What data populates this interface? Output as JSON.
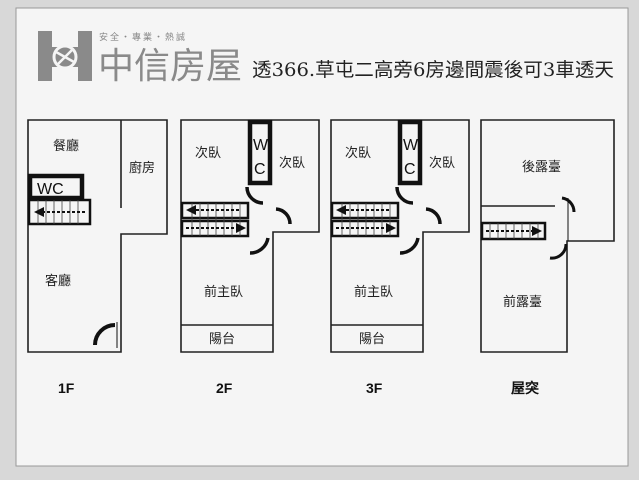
{
  "header": {
    "brand_name": "中信房屋",
    "slogan": "安全・專業・熱誠",
    "listing_title": "透366.草屯二高旁6房邊間震後可3車透天"
  },
  "floors": [
    {
      "label": "1F",
      "rooms": [
        "餐廳",
        "廚房",
        "客廳"
      ],
      "wc": "WC"
    },
    {
      "label": "2F",
      "rooms": [
        "次臥",
        "次臥",
        "前主臥",
        "陽台"
      ],
      "wc": [
        "W",
        "C"
      ]
    },
    {
      "label": "3F",
      "rooms": [
        "次臥",
        "次臥",
        "前主臥",
        "陽台"
      ],
      "wc": [
        "W",
        "C"
      ]
    },
    {
      "label": "屋突",
      "rooms": [
        "後露臺",
        "前露臺"
      ]
    }
  ],
  "colors": {
    "brand_gray": "#8a8a8a",
    "paper": "#f5f5f5"
  }
}
